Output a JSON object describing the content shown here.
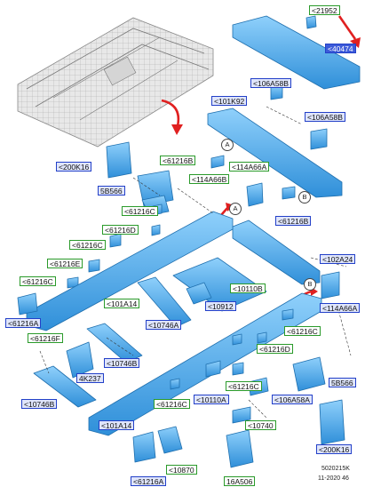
{
  "labels": {
    "l21952": "<21952",
    "l40474": "<40474",
    "l106A58B_top": "<106A58B",
    "l101K92": "<101K92",
    "l106A58B_right": "<106A58B",
    "l200K16_left": "<200K16",
    "l61216B_a": "<61216B",
    "l114A66A_top": "<114A66A",
    "l5B566_left": "5B566",
    "l114A66B": "<114A66B",
    "l61216C_a": "<61216C",
    "l61216B_b": "<61216B",
    "l61216D_a": "<61216D",
    "l61216C_b": "<61216C",
    "l102A24": "<102A24",
    "l61216E": "<61216E",
    "l61216C_c": "<61216C",
    "l10110B": "<10110B",
    "l114A66A_right": "<114A66A",
    "l101A14_mid": "<101A14",
    "l10912": "<10912",
    "l61216A_left": "<61216A",
    "l10746A": "<10746A",
    "l61216F": "<61216F",
    "l61216C_d": "<61216C",
    "l61216D_b": "<61216D",
    "l10746B_mid": "<10746B",
    "l4K237": "4K237",
    "l5B566_right": "5B566",
    "l61216C_e": "<61216C",
    "l10746B_left": "<10746B",
    "l106A58A": "<106A58A",
    "l61216C_f": "<61216C",
    "l10110A": "<10110A",
    "l101A14_bottom": "<101A14",
    "l10740": "<10740",
    "l200K16_right": "<200K16",
    "l10870": "<10870",
    "l61216A_bottom": "<61216A",
    "l16A506": "16A506"
  },
  "callouts": {
    "a1": "A",
    "a2": "A",
    "b1": "B",
    "b2": "B"
  },
  "footer": {
    "part_code": "5020215K",
    "date": "11-2020 46"
  },
  "colors": {
    "part_fill": "#4aa6e8",
    "part_edge": "#1f6fae",
    "arrow": "#e02020",
    "green_frame": "#2a9a2a",
    "blue_frame": "#2340c8"
  }
}
